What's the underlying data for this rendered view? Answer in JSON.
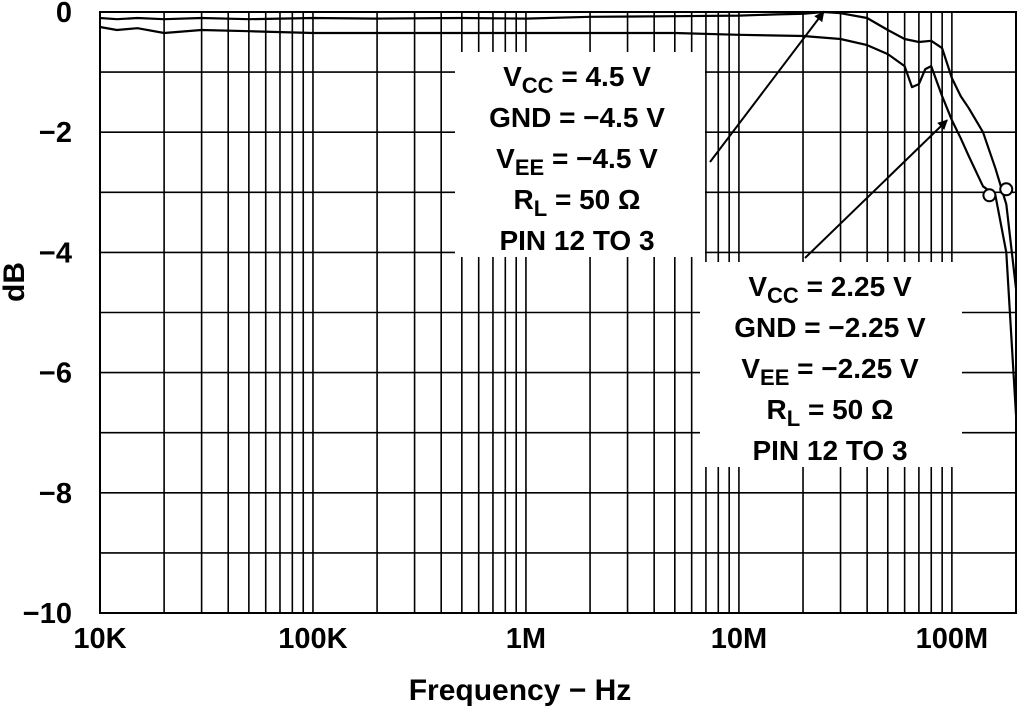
{
  "chart_data": {
    "type": "line",
    "title": "",
    "xlabel": "Frequency − Hz",
    "ylabel": "dB",
    "xscale": "log",
    "xlim": [
      10000,
      200000000
    ],
    "ylim": [
      -10,
      0
    ],
    "grid": true,
    "x_tick_values": [
      10000,
      100000,
      1000000,
      10000000,
      100000000
    ],
    "x_tick_labels": [
      "10K",
      "100K",
      "1M",
      "10M",
      "100M"
    ],
    "y_tick_values": [
      0,
      -2,
      -4,
      -6,
      -8,
      -10
    ],
    "y_tick_labels": [
      "0",
      "−2",
      "−4",
      "−6",
      "−8",
      "−10"
    ],
    "series": [
      {
        "x": [
          10000,
          12000,
          15000,
          20000,
          30000,
          50000,
          100000,
          200000,
          500000,
          1000000,
          2000000,
          5000000,
          10000000,
          15000000,
          20000000,
          25000000,
          30000000,
          40000000,
          50000000,
          60000000,
          70000000,
          80000000,
          90000000,
          100000000,
          110000000,
          120000000,
          140000000,
          160000000,
          180000000,
          200000000
        ],
        "y": [
          -0.1,
          -0.12,
          -0.1,
          -0.12,
          -0.1,
          -0.12,
          -0.1,
          -0.11,
          -0.1,
          -0.11,
          -0.08,
          -0.07,
          -0.06,
          -0.04,
          -0.03,
          0.0,
          -0.02,
          -0.1,
          -0.3,
          -0.45,
          -0.5,
          -0.48,
          -0.6,
          -1.1,
          -1.4,
          -1.6,
          -2.0,
          -2.6,
          -3.2,
          -4.6
        ],
        "marker": {
          "x": 180000000,
          "y": -2.95
        }
      },
      {
        "x": [
          10000,
          12000,
          15000,
          20000,
          30000,
          50000,
          100000,
          200000,
          500000,
          1000000,
          2000000,
          5000000,
          10000000,
          20000000,
          30000000,
          40000000,
          50000000,
          60000000,
          65000000,
          70000000,
          75000000,
          80000000,
          90000000,
          100000000,
          110000000,
          120000000,
          140000000,
          160000000,
          180000000,
          200000000
        ],
        "y": [
          -0.25,
          -0.3,
          -0.27,
          -0.35,
          -0.3,
          -0.32,
          -0.35,
          -0.35,
          -0.35,
          -0.35,
          -0.35,
          -0.35,
          -0.38,
          -0.4,
          -0.45,
          -0.55,
          -0.7,
          -0.9,
          -1.25,
          -1.2,
          -0.95,
          -0.9,
          -1.4,
          -1.8,
          -2.1,
          -2.4,
          -2.9,
          -3.05,
          -4.0,
          -6.7
        ],
        "marker": {
          "x": 150000000,
          "y": -3.05
        }
      }
    ],
    "annotations": [
      {
        "lines": [
          {
            "base": "V",
            "sub": "CC",
            "rest": " = 4.5 V"
          },
          {
            "base": "GND = −4.5 V",
            "sub": "",
            "rest": ""
          },
          {
            "base": "V",
            "sub": "EE",
            "rest": " = −4.5 V"
          },
          {
            "base": "R",
            "sub": "L",
            "rest": " = 50 Ω"
          },
          {
            "base": "PIN 12 TO 3",
            "sub": "",
            "rest": ""
          }
        ],
        "arrow_target": {
          "x": 25000000,
          "y": 0.0
        }
      },
      {
        "lines": [
          {
            "base": "V",
            "sub": "CC",
            "rest": " = 2.25 V"
          },
          {
            "base": "GND = −2.25 V",
            "sub": "",
            "rest": ""
          },
          {
            "base": "V",
            "sub": "EE",
            "rest": " = −2.25 V"
          },
          {
            "base": "R",
            "sub": "L",
            "rest": " = 50 Ω"
          },
          {
            "base": "PIN 12 TO 3",
            "sub": "",
            "rest": ""
          }
        ],
        "arrow_target": {
          "x": 95000000,
          "y": -1.8
        }
      }
    ]
  }
}
